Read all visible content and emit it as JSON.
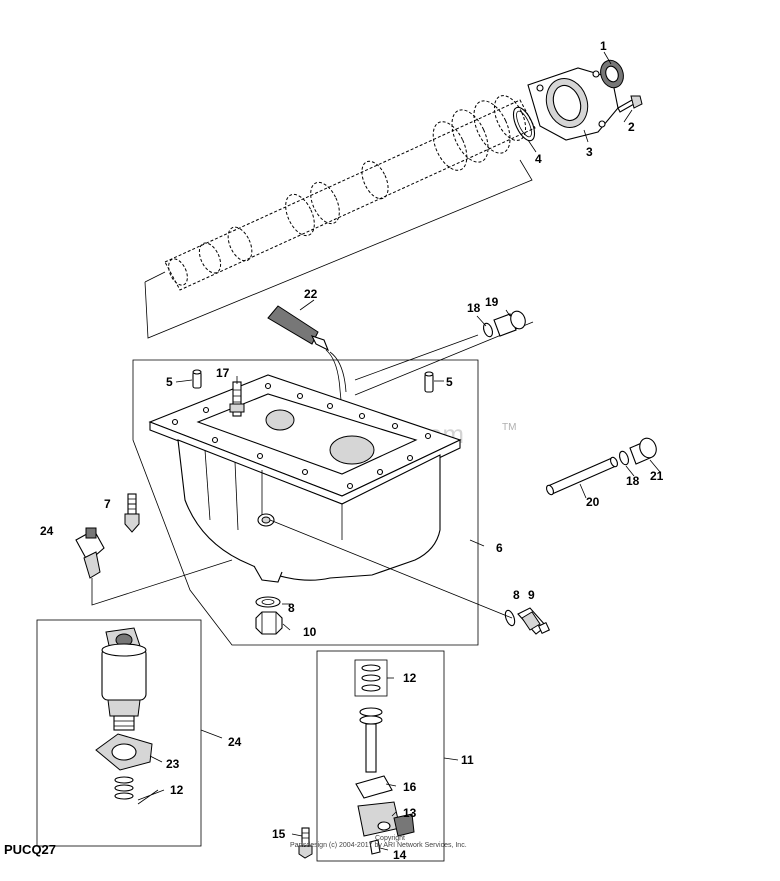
{
  "diagram_code": "PUCQ27",
  "watermark": "ARI PartStream",
  "watermark_tm": "TM",
  "copyright": "Partsdesign (c) 2004-2017 by ARI Network Services, Inc.",
  "copyright_stamp": "Copyright",
  "callouts": {
    "c1": "1",
    "c2": "2",
    "c3": "3",
    "c4": "4",
    "c5a": "5",
    "c5b": "5",
    "c6": "6",
    "c7": "7",
    "c8a": "8",
    "c8b": "8",
    "c9": "9",
    "c10": "10",
    "c11": "11",
    "c12a": "12",
    "c12b": "12",
    "c13": "13",
    "c14": "14",
    "c15": "15",
    "c16": "16",
    "c17": "17",
    "c18a": "18",
    "c18b": "18",
    "c19": "19",
    "c20": "20",
    "c21": "21",
    "c22": "22",
    "c23": "23",
    "c24a": "24",
    "c24b": "24"
  }
}
